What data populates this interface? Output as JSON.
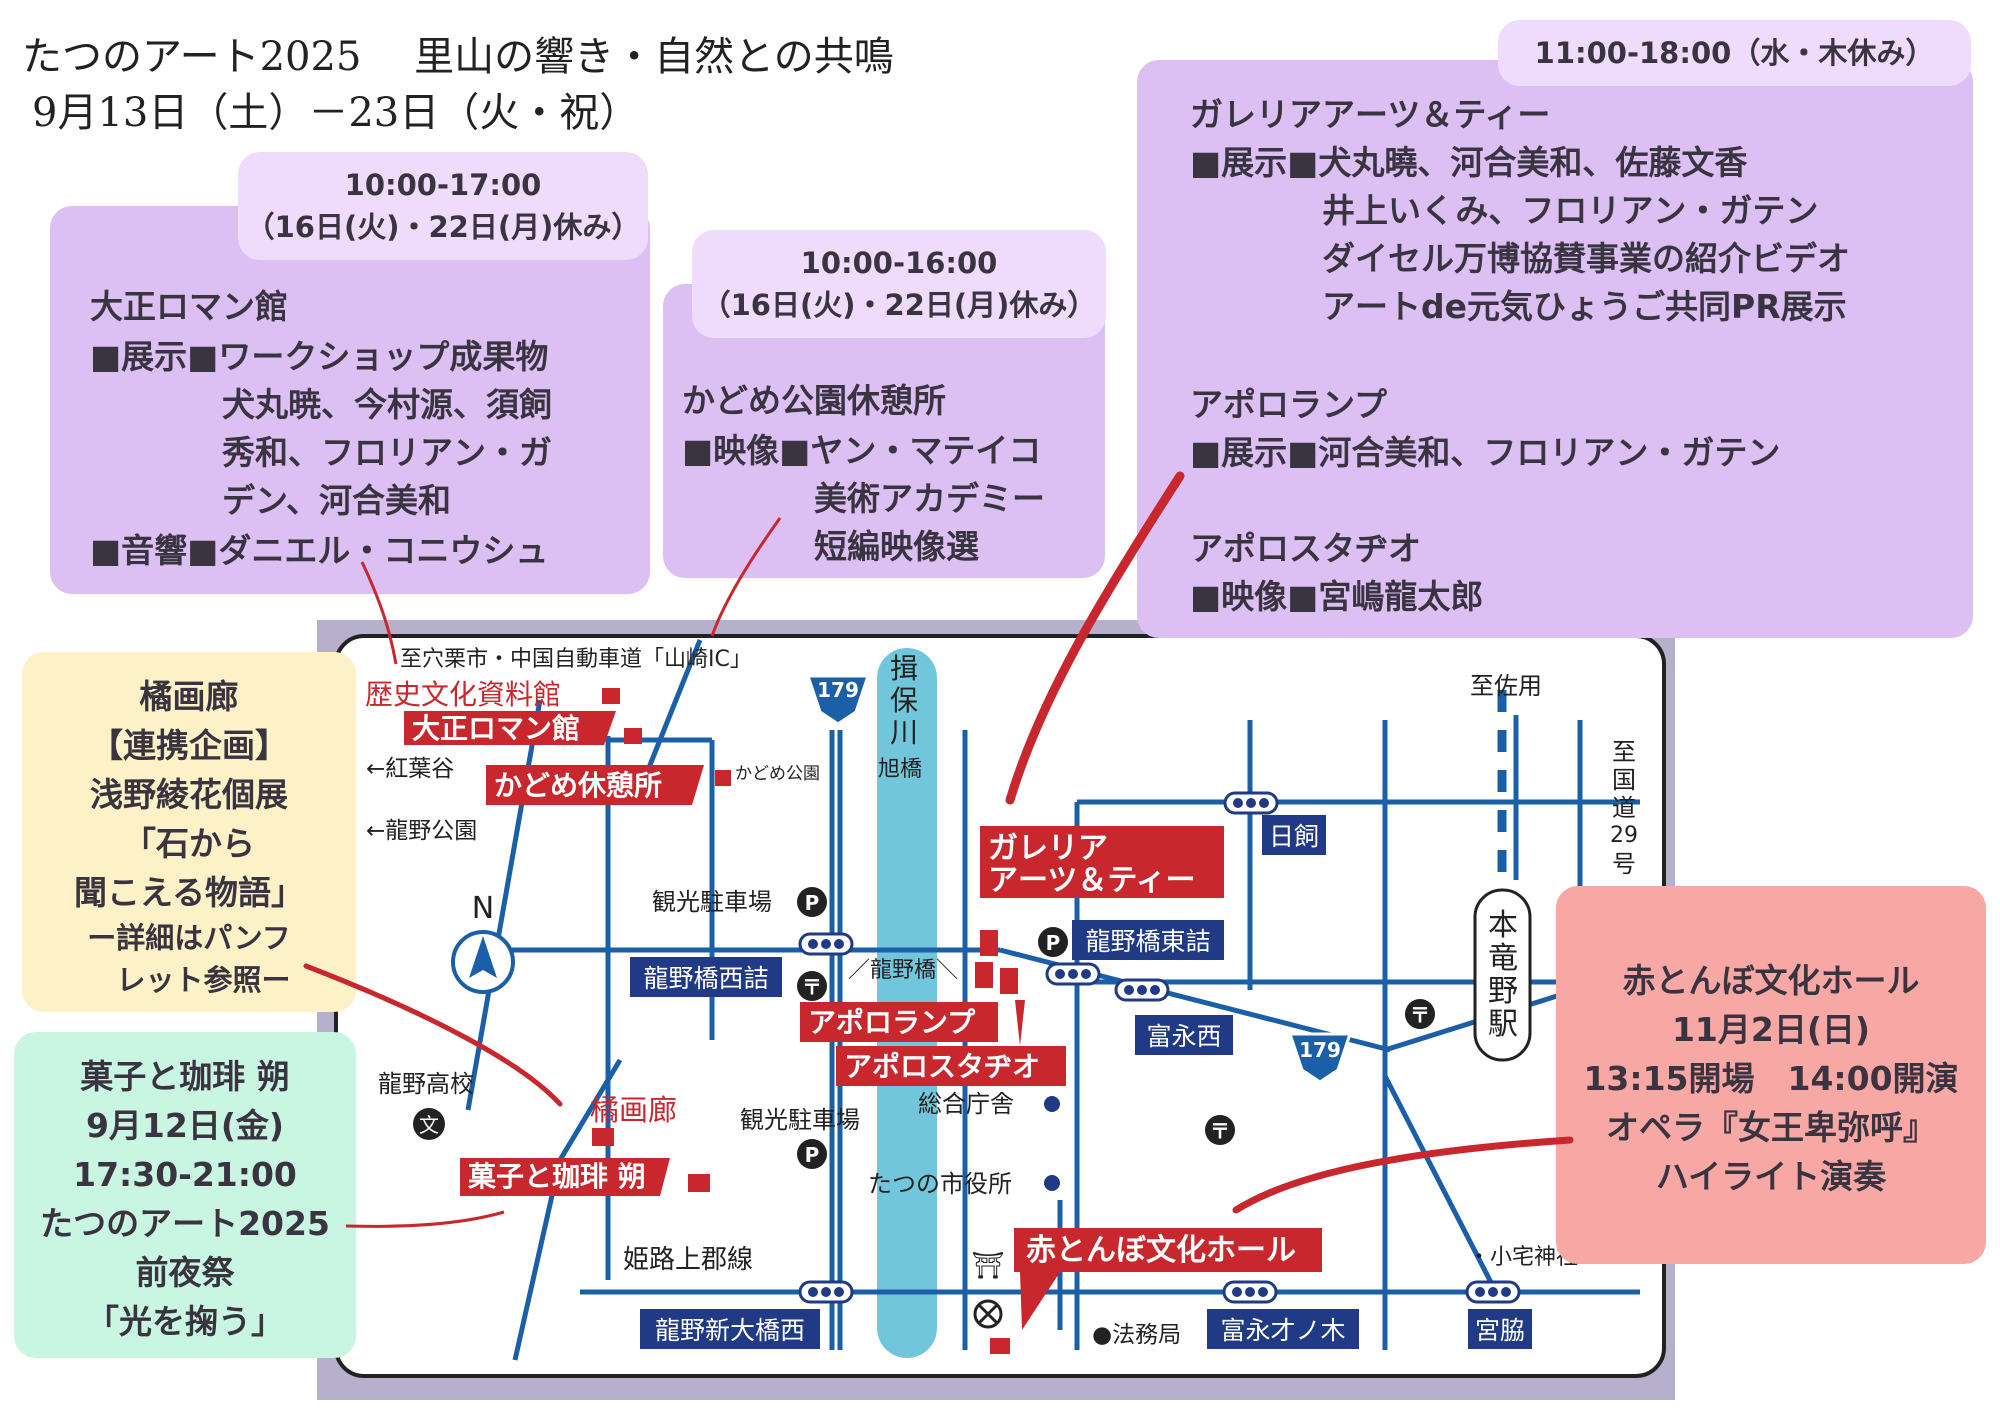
{
  "header": {
    "title": "たつのアート2025　 里山の響き・自然との共鳴",
    "dates": "9月13日（土）－23日（火・祝）"
  },
  "taisho": {
    "hours_line1": "10:00-17:00",
    "hours_line2": "（16日(火)・22日(月)休み）",
    "name": "大正ロマン館",
    "lines": [
      "■展示■ワークショップ成果物",
      "　　　　犬丸暁、今村源、須飼",
      "　　　　秀和、フロリアン・ガ",
      "　　　　デン、河合美和",
      "■音響■ダニエル・コニウシュ"
    ]
  },
  "kadome": {
    "hours_line1": "10:00-16:00",
    "hours_line2": "（16日(火)・22日(月)休み）",
    "name": "かどめ公園休憩所",
    "lines": [
      "■映像■ヤン・マテイコ",
      "　　　　美術アカデミー",
      "　　　　短編映像選"
    ]
  },
  "galleria": {
    "hours": "11:00-18:00（水・木休み）",
    "lines": [
      "ガレリアアーツ＆ティー",
      "■展示■犬丸曉、河合美和、佐藤文香",
      "　　　　井上いくみ、フロリアン・ガテン",
      "　　　　ダイセル万博協賛事業の紹介ビデオ",
      "　　　　アートde元気ひょうご共同PR展示",
      "",
      "アポロランプ",
      "■展示■河合美和、フロリアン・ガテン",
      "",
      "アポロスタヂオ",
      "■映像■宮嶋龍太郎"
    ]
  },
  "tachibana": {
    "lines": [
      "橘画廊",
      "【連携企画】",
      "浅野綾花個展",
      "「石から",
      "聞こえる物語」"
    ],
    "note_lines": [
      "ー詳細はパンフ",
      "　レット参照ー"
    ]
  },
  "kashi": {
    "lines": [
      "菓子と珈琲 朔",
      "9月12日(金)",
      "17:30-21:00",
      "たつのアート2025",
      "前夜祭",
      "「光を掬う」"
    ]
  },
  "akatonbo": {
    "lines": [
      "赤とんぼ文化ホール",
      "11月2日(日)",
      "13:15開場　14:00開演",
      "オペラ『女王卑弥呼』",
      "ハイライト演奏"
    ]
  },
  "map": {
    "top_label": "至穴栗市・中国自動車道「山崎IC」",
    "sayo": "至佐用",
    "route29": [
      "至",
      "国",
      "道",
      "29",
      "号"
    ],
    "river": [
      "揖",
      "保",
      "川"
    ],
    "asahibashi": "旭橋",
    "momijidani": "←紅葉谷",
    "tatsuno_koen": "←龍野公園",
    "kadome_park": "かどめ公園",
    "north": "N",
    "kanko_parking": "観光駐車場",
    "tatsunobashi": "／龍野橋＼",
    "koko": "龍野高校",
    "sogo": "総合庁舎",
    "shiyakusho": "たつの市役所",
    "himeji_line": "姫路上郡線",
    "homukyoku": "●法務局",
    "shotaku": "・小宅神社",
    "station": [
      "本",
      "竜",
      "野",
      "駅"
    ],
    "route_number": "179",
    "school_symbol": "文",
    "post_symbol": "〒",
    "parking_symbol": "P",
    "venues": {
      "rekishi": "歴史文化資料館",
      "taisho": "大正ロマン館",
      "kadome": "かどめ休憩所",
      "galleria_1": "ガレリア",
      "galleria_2": "アーツ＆ティー",
      "apolo_lamp": "アポロランプ",
      "apolo_studio": "アポロスタヂオ",
      "tachibana": "橘画廊",
      "kashi": "菓子と珈琲 朔",
      "akatonbo": "赤とんぼ文化ホール"
    },
    "intersections": {
      "hikai": "日飼",
      "nishizume": "龍野橋西詰",
      "higashizume": "龍野橋東詰",
      "tominaga_nishi": "富永西",
      "shin_ohashi_nishi": "龍野新大橋西",
      "tominaga_onoki": "富永才ノ木",
      "miyawaki": "宮脇"
    }
  },
  "colors": {
    "purple_box": "#dcc0f3",
    "lavender_tab": "#efdcfc",
    "yellow_box": "#fdf1c7",
    "mint_box": "#c9f5e3",
    "pink_box": "#f7a8a5",
    "venue_red": "#c8282d",
    "road_blue": "#1a5fa8",
    "river_cyan": "#72c6dc",
    "intersection_navy": "#203a86"
  }
}
